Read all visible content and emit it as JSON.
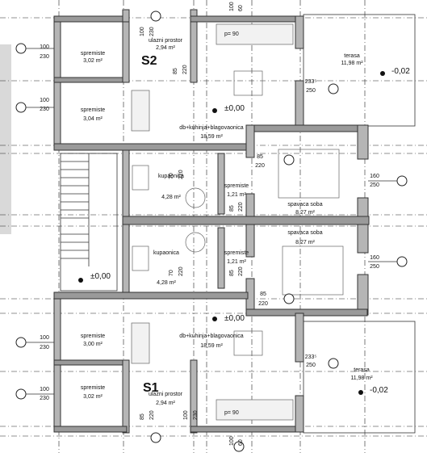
{
  "rooms": {
    "s2_spremiste_1": {
      "name": "spremiste",
      "area": "3,02 m²"
    },
    "s2_spremiste_2": {
      "name": "spremiste",
      "area": "3,04 m²"
    },
    "s2_ulazni": {
      "name": "ulazni prostor",
      "area": "2,94 m²"
    },
    "s2_dnevni": {
      "name": "db+kuhinja+blagovaonica",
      "area": "18,59 m²"
    },
    "s2_terasa": {
      "name": "terasa",
      "area": "11,98 m²"
    },
    "s2_kupaonica": {
      "name": "kupaonica",
      "area": "4,28 m²"
    },
    "s2_spremiste_3": {
      "name": "spremiste",
      "area": "1,21 m²"
    },
    "s2_soba": {
      "name": "spavaca soba",
      "area": "8,27 m²"
    },
    "s1_soba": {
      "name": "spavaca soba",
      "area": "8,27 m²"
    },
    "s1_kupaonica": {
      "name": "kupaonica",
      "area": "4,28 m²"
    },
    "s1_spremiste_3": {
      "name": "spremiste",
      "area": "1,21 m²"
    },
    "s1_dnevni": {
      "name": "db+kuhinja+blagovaonica",
      "area": "18,59 m²"
    },
    "s1_spremiste_1": {
      "name": "spremiste",
      "area": "3,00 m²"
    },
    "s1_spremiste_2": {
      "name": "spremiste",
      "area": "3,02 m²"
    },
    "s1_ulazni": {
      "name": "ulazni prostor",
      "area": "2,94 m²"
    },
    "s1_terasa": {
      "name": "terasa",
      "area": "11,98 m²"
    }
  },
  "unit_labels": {
    "s2": "S2",
    "s1": "S1"
  },
  "levels": {
    "lvl_top_terrace": "-0,02",
    "lvl_bottom_terrace": "-0,02",
    "lvl_s2_living": "±0,00",
    "lvl_stair": "±0,00",
    "lvl_s1_living": "±0,00"
  },
  "openings": {
    "s2_sp1": {
      "w": "100",
      "h": "230"
    },
    "s2_sp2": {
      "w": "100",
      "h": "230"
    },
    "s1_sp1": {
      "w": "100",
      "h": "230"
    },
    "s1_sp2": {
      "w": "100",
      "h": "230"
    },
    "s2_terrace": {
      "w": "233⁵",
      "h": "250"
    },
    "s1_terrace": {
      "w": "233⁵",
      "h": "250"
    },
    "s2_room": {
      "w": "160",
      "h": "250"
    },
    "s1_room": {
      "w": "160",
      "h": "250"
    },
    "s2_soba_win": {
      "w": "85",
      "h": "220"
    },
    "s1_soba_win": {
      "w": "85",
      "h": "220"
    },
    "s2_entry_door": {
      "w": "85",
      "h": "220"
    },
    "s1_entry_door": {
      "w": "85",
      "h": "220"
    },
    "s2_bath_door": {
      "w": "70",
      "h": "220"
    },
    "s1_bath_door": {
      "w": "70",
      "h": "220"
    },
    "s2_store_door": {
      "w": "85",
      "h": "220"
    },
    "s1_store_door": {
      "w": "85",
      "h": "220"
    },
    "s2_front_door": {
      "w": "100",
      "h": "60"
    },
    "s1_front_door": {
      "w": "100",
      "h": "60"
    },
    "s2_ent_win": {
      "w": "100",
      "h": "230"
    },
    "s1_ent_win": {
      "w": "100",
      "h": "230"
    }
  },
  "equipment": {
    "s2_fridge": "p= 90",
    "s1_fridge": "p= 90"
  }
}
